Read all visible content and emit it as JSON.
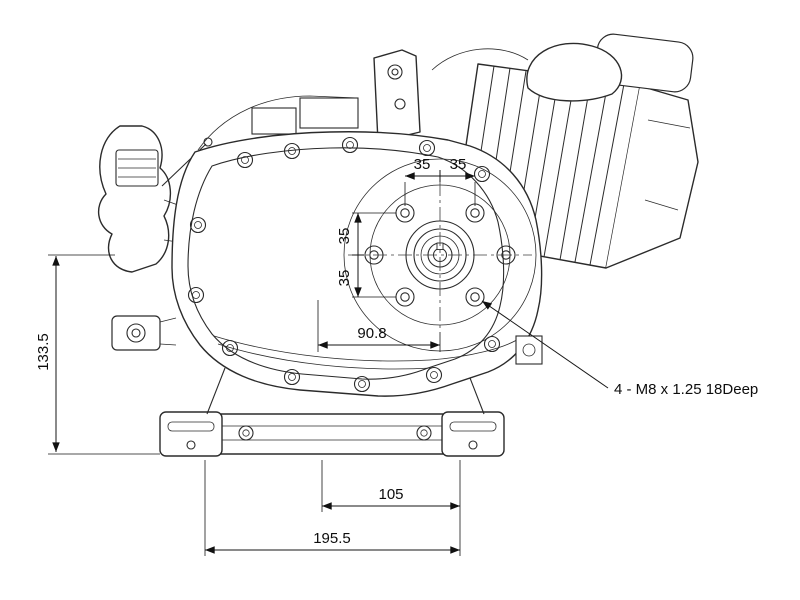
{
  "drawing": {
    "type": "engine-side-view-dimension-drawing",
    "dimensions": {
      "bolt_spacing_top_left": "35",
      "bolt_spacing_top_right": "35",
      "bolt_spacing_vert_upper": "35",
      "bolt_spacing_vert_lower": "35",
      "case_width": "90.8",
      "center_to_base_height": "133.5",
      "base_hole_spacing": "105",
      "base_overall_width": "195.5"
    },
    "annotations": {
      "bolt_note": "4 - M8 x 1.25 18Deep"
    },
    "colors": {
      "line": "#2b2b2b",
      "background": "#ffffff"
    }
  }
}
